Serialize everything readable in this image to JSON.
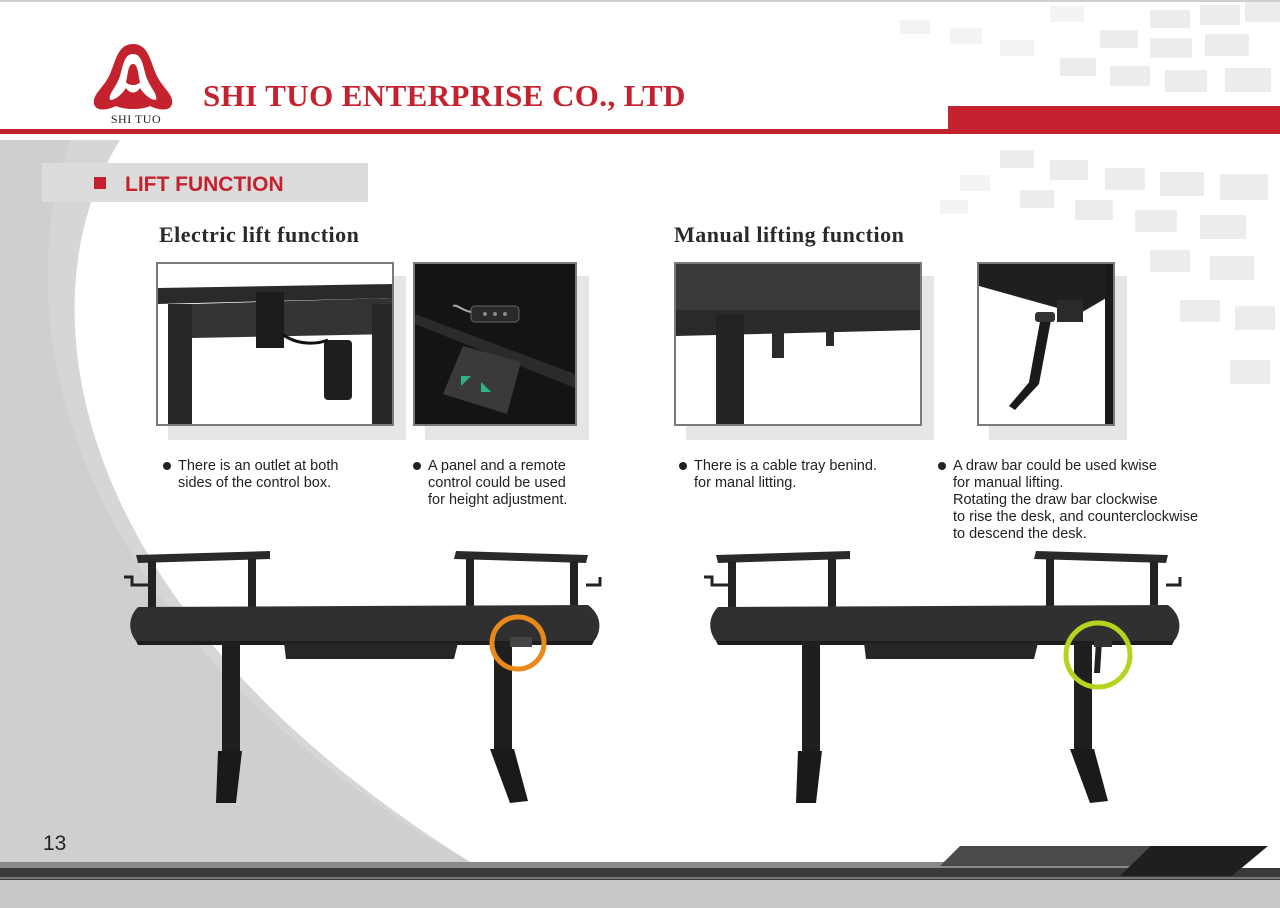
{
  "header": {
    "logo_text": "SHI TUO",
    "company_name": "SHI TUO ENTERPRISE CO., LTD"
  },
  "section": {
    "title": "LIFT FUNCTION"
  },
  "electric": {
    "title": "Electric lift function",
    "bullets": [
      {
        "lines": [
          "There is an outlet at both",
          "sides of the control box."
        ]
      },
      {
        "lines": [
          "A panel and a remote",
          "control could be used",
          "for height adjustment."
        ]
      }
    ]
  },
  "manual": {
    "title": "Manual lifting function",
    "bullets": [
      {
        "lines": [
          "There is a cable tray benind.",
          "for manal litting."
        ]
      },
      {
        "lines": [
          "A draw bar could be used kwise",
          "for manual lifting.",
          "Rotating the draw bar clockwise",
          "to rise the desk, and counterclockwise",
          "to descend the desk."
        ]
      }
    ]
  },
  "footer": {
    "page_number": "13"
  },
  "colors": {
    "brand_red": "#c4222e",
    "electric_highlight": "#e8891b",
    "manual_highlight": "#b7d31f"
  }
}
